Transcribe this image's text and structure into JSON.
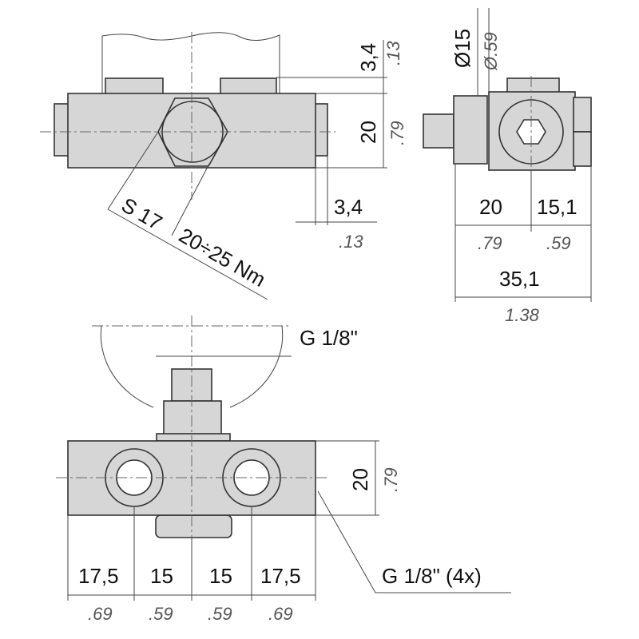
{
  "top_view": {
    "offset_top_mm": "3,4",
    "offset_top_in": ".13",
    "height_mm": "20",
    "height_in": ".79",
    "offset_side_mm": "3,4",
    "offset_side_in": ".13",
    "wrench_size": "S 17",
    "torque": "20÷25 Nm"
  },
  "side_view": {
    "diameter_mm": "Ø15",
    "diameter_in": "Ø.59",
    "width_a_mm": "20",
    "width_a_in": ".79",
    "width_b_mm": "15,1",
    "width_b_in": ".59",
    "total_mm": "35,1",
    "total_in": "1.38"
  },
  "bottom_view": {
    "inlet_thread": "G 1/8\"",
    "height_mm": "20",
    "height_in": ".79",
    "ports_thread": "G 1/8\" (4x)",
    "spacings": [
      {
        "mm": "17,5",
        "in": ".69"
      },
      {
        "mm": "15",
        "in": ".59"
      },
      {
        "mm": "15",
        "in": ".59"
      },
      {
        "mm": "17,5",
        "in": ".69"
      }
    ]
  }
}
